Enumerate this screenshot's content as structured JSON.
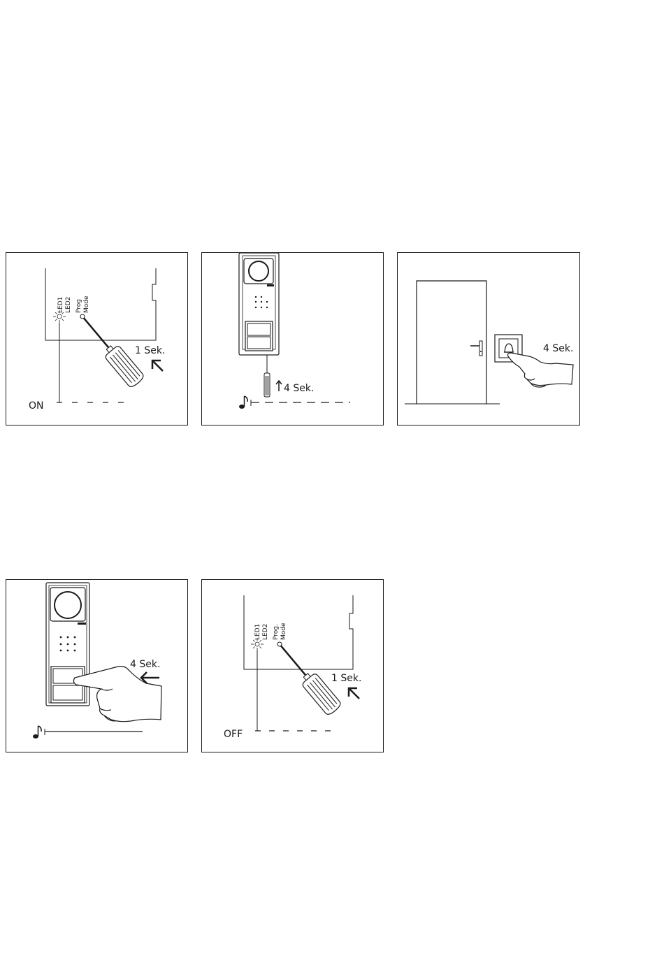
{
  "panels": [
    {
      "id": "programming-mode-on",
      "labels": {
        "led1": "LED1",
        "led2": "LED2",
        "prog": "Prog",
        "mode": "Mode",
        "duration": "1 Sek.",
        "state": "ON"
      }
    },
    {
      "id": "door-station-button-press",
      "labels": {
        "duration": "4 Sek."
      }
    },
    {
      "id": "door-bell-press",
      "labels": {
        "duration": "4 Sek."
      }
    },
    {
      "id": "door-station-call-button",
      "labels": {
        "duration": "4 Sek."
      }
    },
    {
      "id": "programming-mode-off",
      "labels": {
        "led1": "LED1",
        "led2": "LED2",
        "prog": "Prog.",
        "mode": "Mode",
        "duration": "1 Sek.",
        "state": "OFF"
      }
    }
  ],
  "icons": [
    "led-blink-icon",
    "screwdriver-icon",
    "arrow-icon",
    "music-note-icon",
    "door-icon",
    "bell-button-icon",
    "hand-icon",
    "door-station-icon"
  ]
}
